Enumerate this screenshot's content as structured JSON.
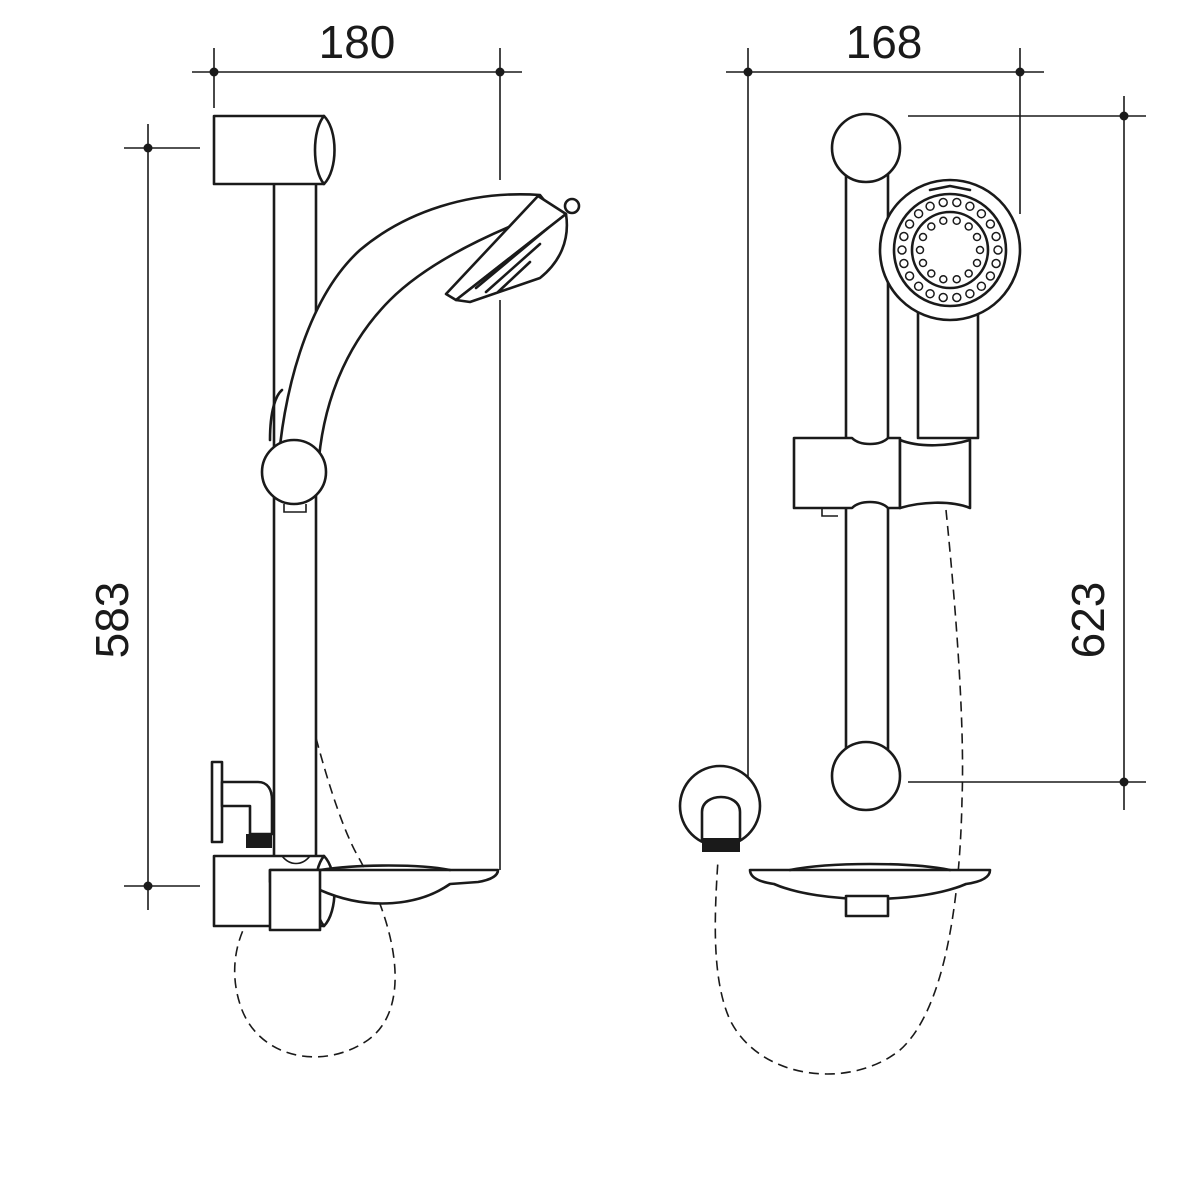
{
  "dimensions": {
    "side_width": "180",
    "side_height": "583",
    "front_width": "168",
    "front_height": "623"
  },
  "colors": {
    "line": "#1a1a1a",
    "background": "#ffffff"
  }
}
